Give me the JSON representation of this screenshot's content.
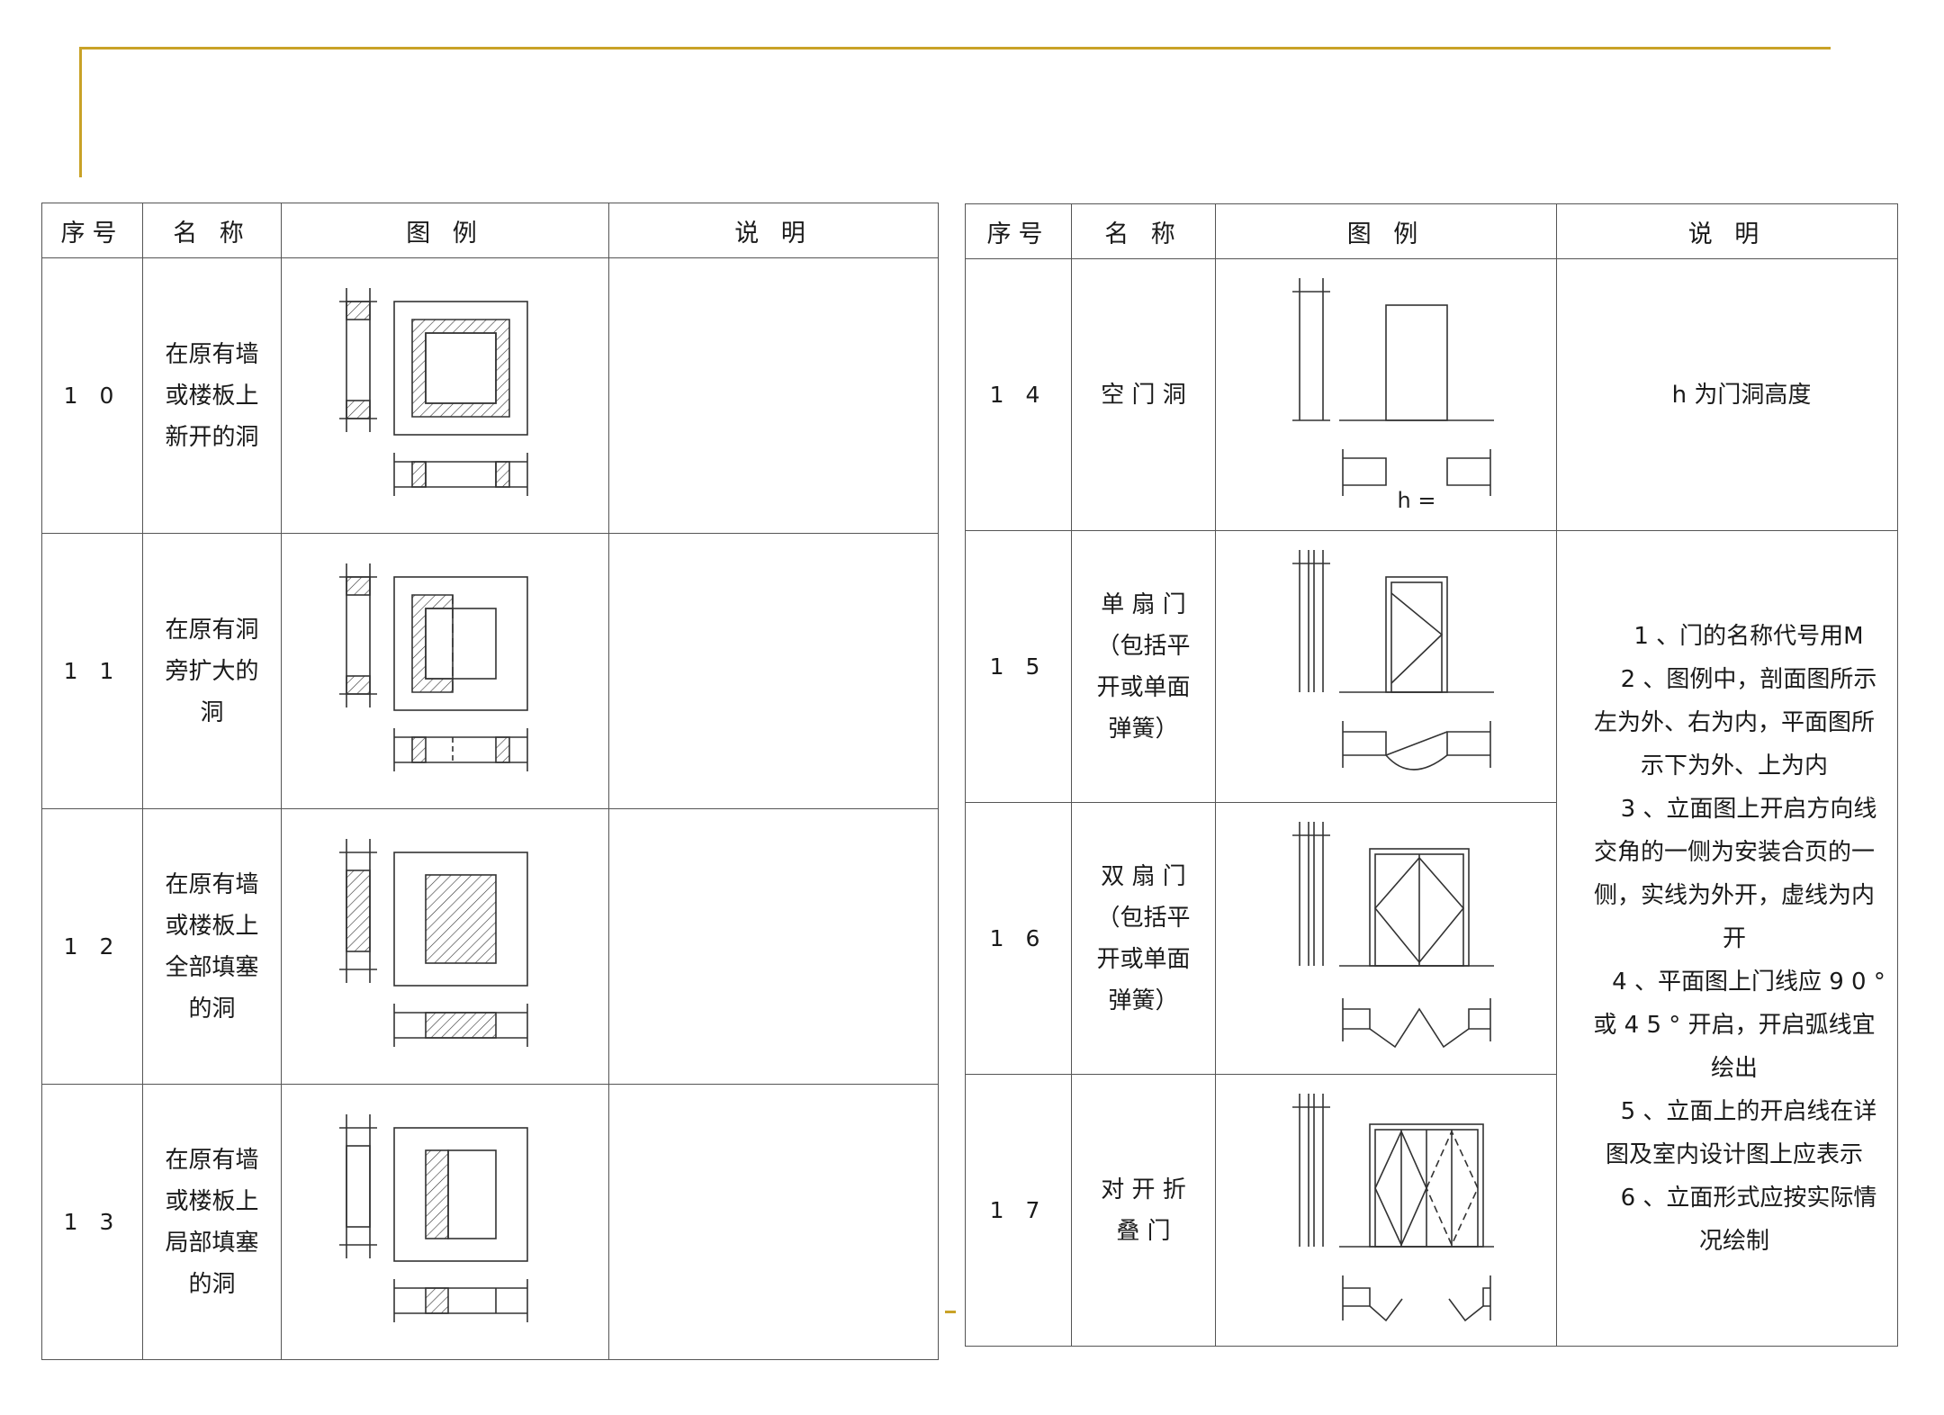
{
  "headers": {
    "seq": "序号",
    "name": "名 称",
    "legend": "图 例",
    "desc": "说 明"
  },
  "left_rows": [
    {
      "seq": "1 0",
      "name_lines": [
        "在原有墙",
        "或楼板上",
        "新开的洞"
      ],
      "figure_icon": "new-opening-icon"
    },
    {
      "seq": "1 1",
      "name_lines": [
        "在原有洞",
        "旁扩大的",
        "洞"
      ],
      "figure_icon": "enlarged-opening-icon"
    },
    {
      "seq": "1 2",
      "name_lines": [
        "在原有墙",
        "或楼板上",
        "全部填塞",
        "的洞"
      ],
      "figure_icon": "fully-filled-opening-icon"
    },
    {
      "seq": "1 3",
      "name_lines": [
        "在原有墙",
        "或楼板上",
        "局部填塞",
        "的洞"
      ],
      "figure_icon": "partly-filled-opening-icon"
    }
  ],
  "right_rows": [
    {
      "seq": "1 4",
      "name_lines": [
        "空 门 洞"
      ],
      "figure_icon": "empty-doorway-icon",
      "figure_label": "h =",
      "desc": "h 为门洞高度"
    },
    {
      "seq": "1 5",
      "name_lines": [
        "单 扇 门",
        "（包括平",
        "开或单面",
        "弹簧）"
      ],
      "figure_icon": "single-leaf-door-icon"
    },
    {
      "seq": "1 6",
      "name_lines": [
        "双 扇 门",
        "（包括平",
        "开或单面",
        "弹簧）"
      ],
      "figure_icon": "double-leaf-door-icon"
    },
    {
      "seq": "1 7",
      "name_lines": [
        "对 开 折",
        "叠 门"
      ],
      "figure_icon": "bifold-door-icon"
    }
  ],
  "shared_desc": [
    {
      "text": "1 、门的名称代号用M",
      "indent": true
    },
    {
      "text": "2 、图例中，剖面图所示",
      "indent": true
    },
    {
      "text": "左为外、右为内，平面图所",
      "indent": false
    },
    {
      "text": "示下为外、上为内",
      "indent": false
    },
    {
      "text": "3 、立面图上开启方向线",
      "indent": true
    },
    {
      "text": "交角的一侧为安装合页的一",
      "indent": false
    },
    {
      "text": "侧，实线为外开，虚线为内",
      "indent": false
    },
    {
      "text": "开",
      "indent": false
    },
    {
      "text": "4 、平面图上门线应 9 0 °",
      "indent": true
    },
    {
      "text": "或 4 5 ° 开启，开启弧线宜",
      "indent": false
    },
    {
      "text": "绘出",
      "indent": false
    },
    {
      "text": "5 、立面上的开启线在详",
      "indent": true
    },
    {
      "text": "图及室内设计图上应表示",
      "indent": false
    },
    {
      "text": "6 、立面形式应按实际情",
      "indent": true
    },
    {
      "text": "况绘制",
      "indent": false
    }
  ],
  "colors": {
    "accent": "#c9a227",
    "line": "#555555"
  }
}
